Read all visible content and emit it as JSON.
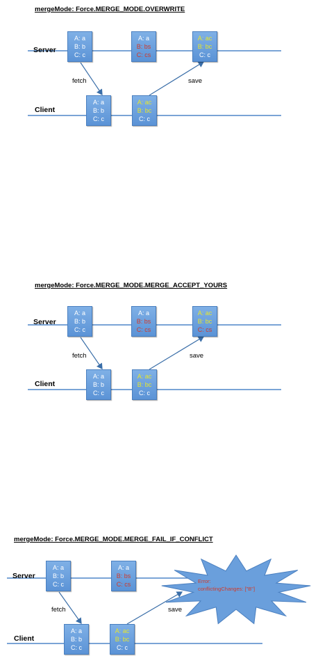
{
  "colors": {
    "plain": "#ffffff",
    "changed": "#e8e62a",
    "conflict": "#d03a2a",
    "line": "#4f86c8",
    "box": "#6a9fdc"
  },
  "diagrams": [
    {
      "title": "mergeMode: Force.MERGE_MODE.OVERWRITE",
      "server_label": "Server",
      "client_label": "Client",
      "fetch_label": "fetch",
      "save_label": "save",
      "boxes": [
        {
          "lines": [
            [
              "A: a",
              "plain"
            ],
            [
              "B: b",
              "plain"
            ],
            [
              "C: c",
              "plain"
            ]
          ]
        },
        {
          "lines": [
            [
              "A: a",
              "plain"
            ],
            [
              "B: bs",
              "conflict"
            ],
            [
              "C: cs",
              "conflict"
            ]
          ]
        },
        {
          "lines": [
            [
              "A: ac",
              "changed"
            ],
            [
              "B: bc",
              "changed"
            ],
            [
              "C: c",
              "plain"
            ]
          ]
        },
        {
          "lines": [
            [
              "A: a",
              "plain"
            ],
            [
              "B: b",
              "plain"
            ],
            [
              "C: c",
              "plain"
            ]
          ]
        },
        {
          "lines": [
            [
              "A: ac",
              "changed"
            ],
            [
              "B: bc",
              "changed"
            ],
            [
              "C: c",
              "plain"
            ]
          ]
        }
      ]
    },
    {
      "title": "mergeMode: Force.MERGE_MODE.MERGE_ACCEPT_YOURS",
      "server_label": "Server",
      "client_label": "Client",
      "fetch_label": "fetch",
      "save_label": "save",
      "boxes": [
        {
          "lines": [
            [
              "A: a",
              "plain"
            ],
            [
              "B: b",
              "plain"
            ],
            [
              "C: c",
              "plain"
            ]
          ]
        },
        {
          "lines": [
            [
              "A: a",
              "plain"
            ],
            [
              "B: bs",
              "conflict"
            ],
            [
              "C: cs",
              "conflict"
            ]
          ]
        },
        {
          "lines": [
            [
              "A: ac",
              "changed"
            ],
            [
              "B: bc",
              "changed"
            ],
            [
              "C: cs",
              "conflict"
            ]
          ]
        },
        {
          "lines": [
            [
              "A: a",
              "plain"
            ],
            [
              "B: b",
              "plain"
            ],
            [
              "C: c",
              "plain"
            ]
          ]
        },
        {
          "lines": [
            [
              "A: ac",
              "changed"
            ],
            [
              "B: bc",
              "changed"
            ],
            [
              "C: c",
              "plain"
            ]
          ]
        }
      ]
    },
    {
      "title": "mergeMode: Force.MERGE_MODE.MERGE_FAIL_IF_CONFLICT",
      "server_label": "Server",
      "client_label": "Client",
      "fetch_label": "fetch",
      "save_label": "save",
      "boxes": [
        {
          "lines": [
            [
              "A: a",
              "plain"
            ],
            [
              "B: b",
              "plain"
            ],
            [
              "C: c",
              "plain"
            ]
          ]
        },
        {
          "lines": [
            [
              "A: a",
              "plain"
            ],
            [
              "B: bs",
              "conflict"
            ],
            [
              "C: cs",
              "conflict"
            ]
          ]
        },
        {
          "lines": [
            [
              "A: a",
              "plain"
            ],
            [
              "B: b",
              "plain"
            ],
            [
              "C: c",
              "plain"
            ]
          ]
        },
        {
          "lines": [
            [
              "A: ac",
              "changed"
            ],
            [
              "B: bc",
              "changed"
            ],
            [
              "C: c",
              "plain"
            ]
          ]
        }
      ],
      "error": {
        "line1": "Error:",
        "line2": "conflictingChanges: [\"B\"]"
      }
    }
  ]
}
